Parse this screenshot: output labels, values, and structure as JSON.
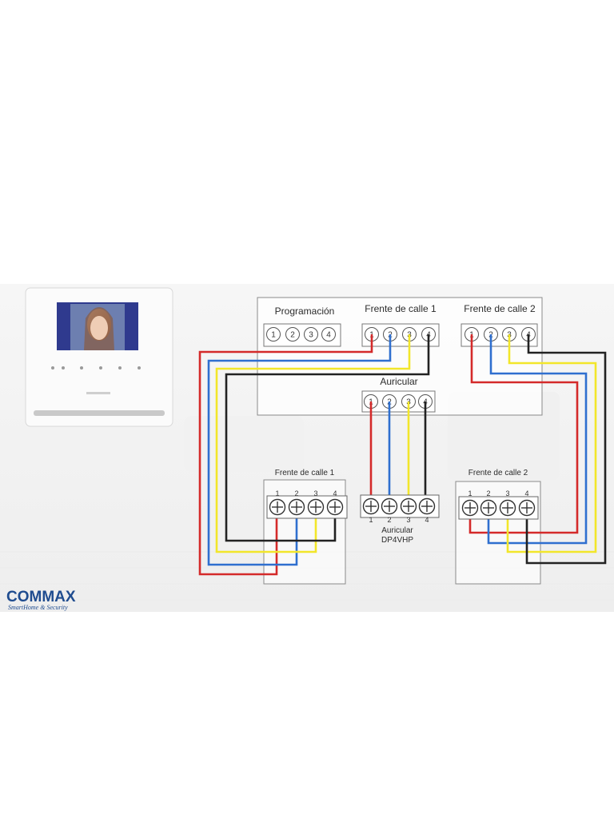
{
  "monitor_panel": {
    "title": "Programación",
    "terminals": [
      "1",
      "2",
      "3",
      "4"
    ]
  },
  "monitor_door1": {
    "title": "Frente de calle 1",
    "terminals": [
      "1",
      "2",
      "3",
      "4"
    ]
  },
  "monitor_door2": {
    "title": "Frente de calle 2",
    "terminals": [
      "1",
      "2",
      "3",
      "4"
    ]
  },
  "monitor_handset": {
    "title": "Auricular",
    "terminals": [
      "1",
      "2",
      "3",
      "4"
    ]
  },
  "door_station_1": {
    "title": "Frente de calle 1",
    "terminals": [
      "1",
      "2",
      "3",
      "4"
    ]
  },
  "door_station_2": {
    "title": "Frente de calle 2",
    "terminals": [
      "1",
      "2",
      "3",
      "4"
    ]
  },
  "handset_block": {
    "label": "Auricular",
    "model": "DP4VHP",
    "terminals": [
      "1",
      "2",
      "3",
      "4"
    ]
  },
  "brand": {
    "name": "COMMAX",
    "tagline": "SmartHome & Security"
  },
  "wire_colors": {
    "1": "#d42a2a",
    "2": "#2f6fcf",
    "3": "#f2e62a",
    "4": "#222222"
  }
}
